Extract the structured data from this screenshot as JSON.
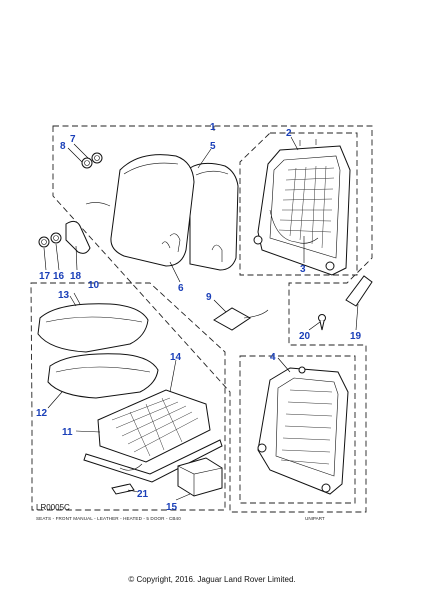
{
  "diagram": {
    "reference": "LR0005C",
    "caption": "SEATS - FRONT MANUAL - LEATHER - HEATED - 5 DOOR - CB40",
    "supplier": "UNIPART",
    "copyright": "© Copyright, 2016. Jaguar Land Rover Limited.",
    "callouts": {
      "c1": "1",
      "c2": "2",
      "c3": "3",
      "c4": "4",
      "c5": "5",
      "c6": "6",
      "c7": "7",
      "c8": "8",
      "c9": "9",
      "c10": "10",
      "c11": "11",
      "c12": "12",
      "c13": "13",
      "c14": "14",
      "c15": "15",
      "c16": "16",
      "c17": "17",
      "c18": "18",
      "c19": "19",
      "c20": "20",
      "c21": "21"
    },
    "callout_color": "#1a3fb8"
  }
}
